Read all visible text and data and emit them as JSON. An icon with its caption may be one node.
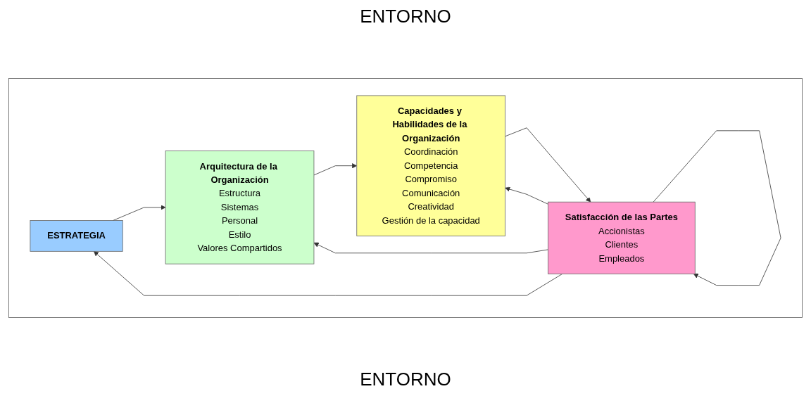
{
  "diagram": {
    "nodes": [
      {
        "text": [],
        "shape": "box"
      },
      {
        "text": [
          "ESTRATEGIA"
        ],
        "in": 0
      },
      {
        "text": [
          "Arquitectura de la Organización",
          "Estructura",
          "Sistemas",
          "Personal",
          "Estilo",
          "Valores Compartidos"
        ],
        "in": 0
      },
      {
        "text": [
          "Capacidades y Habilidades de la Organización",
          "Coordinación",
          "Competencia",
          "Compromiso",
          "Comunicación",
          "Creatividad",
          "Gestión de la capacidad"
        ],
        "in": 0
      },
      {
        "text": [
          "Satisfacción de las Partes",
          "Accionistas",
          "Clientes",
          "Empleados"
        ],
        "in": 0
      }
    ],
    "edges": [
      {
        "from": 1,
        "to": 2,
        "arrow": "to"
      },
      {
        "from": 2,
        "to": 3,
        "arrow": "to"
      },
      {
        "from": 3,
        "to": 4,
        "arrow": "to"
      },
      {
        "from": 4,
        "to": 4,
        "arrow": "to"
      },
      {
        "from": 4,
        "to": 3,
        "arrow": "to"
      },
      {
        "from": 4,
        "to": 2,
        "arrow": "to"
      },
      {
        "from": 4,
        "to": 1,
        "arrow": "to"
      }
    ],
    "labels": [
      "ENTORNO",
      "ENTORNO"
    ]
  }
}
